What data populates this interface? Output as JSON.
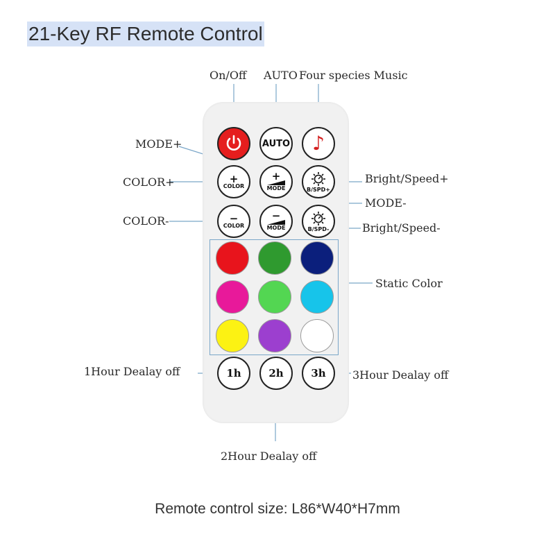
{
  "title": "21-Key RF Remote Control",
  "caption": "Remote control size: L86*W40*H7mm",
  "labels": {
    "onoff": "On/Off",
    "auto": "AUTO",
    "music": "Four species Music",
    "mode_plus": "MODE+",
    "color_plus": "COLOR+",
    "color_minus": "COLOR-",
    "bright_plus": "Bright/Speed+",
    "mode_minus": "MODE-",
    "bright_minus": "Bright/Speed-",
    "static_color": "Static Color",
    "h1": "1Hour Dealay off",
    "h2": "2Hour Dealay off",
    "h3": "3Hour Dealay off"
  },
  "buttons": {
    "auto": "AUTO",
    "note": "♪",
    "color_plus_sym": "+",
    "color_plus_txt": "COLOR",
    "mode_plus_sym": "+",
    "mode_plus_txt": "MODE",
    "bspd_plus_txt": "B/SPD+",
    "color_minus_sym": "−",
    "color_minus_txt": "COLOR",
    "mode_minus_sym": "−",
    "mode_minus_txt": "MODE",
    "bspd_minus_txt": "B/SPD-",
    "h1": "1h",
    "h2": "2h",
    "h3": "3h"
  },
  "colors": {
    "power_red": "#e51e1e",
    "note_red": "#d32020",
    "line": "#7aa6c8",
    "static": [
      "#e8141c",
      "#2f9a2f",
      "#0b1f7c",
      "#e8199a",
      "#53d652",
      "#17c4ea",
      "#fcf213",
      "#9c3fcf",
      "#ffffff"
    ]
  }
}
